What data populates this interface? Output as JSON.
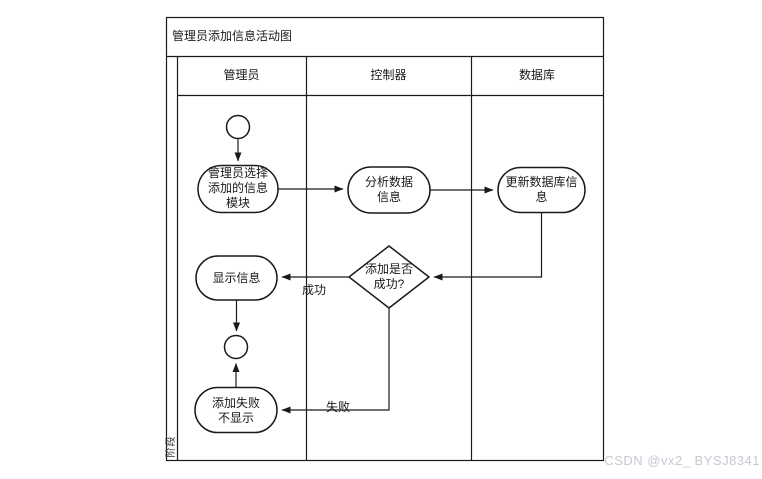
{
  "watermark": "CSDN @vx2_ BYSJ8341",
  "diagram": {
    "title": "管理员添加信息活动图",
    "phase_label": "阶段",
    "lanes": [
      "管理员",
      "控制器",
      "数据库"
    ],
    "nodes": {
      "select_module": "管理员选择添加的信息模块",
      "analyze": "分析数据信息",
      "update_db": "更新数据库信息",
      "decision": "添加是否成功?",
      "show_info": "显示信息",
      "fail_no_show": "添加失败不显示"
    },
    "edges": {
      "success": "成功",
      "fail": "失败"
    }
  },
  "colors": {
    "line": "#1a1a1a",
    "background": "#ffffff",
    "watermark": "#c5c9d1"
  }
}
